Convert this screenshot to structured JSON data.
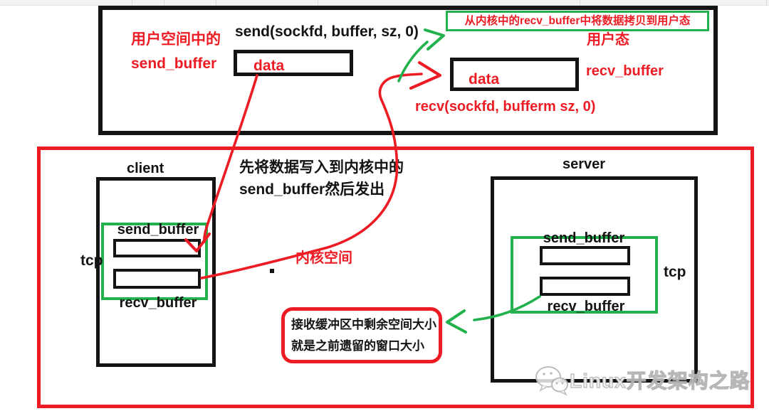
{
  "colors": {
    "accent_red": "#ed1c24",
    "accent_green": "#22b14c",
    "ink_black": "#141414",
    "watermark_gray": "#b4b4b4"
  },
  "user_space": {
    "label_line1": "用户空间中的",
    "label_line2": "send_buffer",
    "send_call": "send(sockfd, buffer, sz, 0)",
    "send_data_label": "data",
    "copy_note": "从内核中的recv_buffer中将数据拷贝到用户态",
    "user_mode_label": "用户态",
    "recv_data_label": "data",
    "recv_buffer_label": "recv_buffer",
    "recv_call": "recv(sockfd, bufferm sz, 0)"
  },
  "kernel": {
    "write_note_line1": "先将数据写入到内核中的",
    "write_note_line2": "send_buffer然后发出",
    "kernel_space_label": "内核空间",
    "window_note_line1": "接收缓冲区中剩余空间大小",
    "window_note_line2": "就是之前遗留的窗口大小",
    "client": {
      "title": "client",
      "tcp_label": "tcp",
      "send_buffer_label": "send_buffer",
      "recv_buffer_label": "recv_buffer"
    },
    "server": {
      "title": "server",
      "tcp_label": "tcp",
      "send_buffer_label": "send_buffer",
      "recv_buffer_label": "recv_buffer"
    }
  },
  "watermark": {
    "text": "Linux开发架构之路"
  }
}
